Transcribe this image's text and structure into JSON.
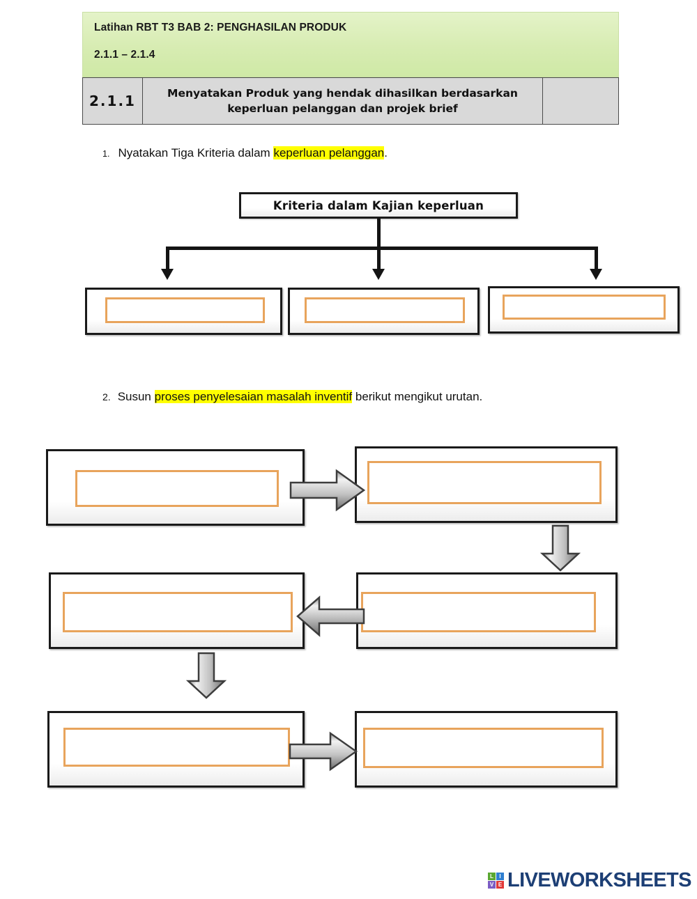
{
  "banner": {
    "title": "Latihan RBT T3 BAB 2: PENGHASILAN PRODUK",
    "range": "2.1.1 – 2.1.4",
    "bg_color": "#d7ecb2"
  },
  "objective_table": {
    "code": "2.1.1",
    "description": "Menyatakan Produk yang hendak dihasilkan berdasarkan keperluan pelanggan dan projek brief",
    "third_column": "",
    "bg_color": "#d9d9d9"
  },
  "questions": [
    {
      "number": "1.",
      "text_before": "Nyatakan Tiga Kriteria dalam ",
      "highlight": "keperluan pelanggan",
      "text_after": ".",
      "highlight_color": "#ffff00"
    },
    {
      "number": "2.",
      "text_before": "Susun ",
      "highlight": "proses penyelesaian masalah inventif",
      "text_after": " berikut mengikut urutan.",
      "highlight_color": "#ffff00"
    }
  ],
  "tree_diagram": {
    "root_label": "Kriteria dalam Kajian keperluan",
    "branch_count": 3,
    "answers": [
      "",
      "",
      ""
    ]
  },
  "flowchart": {
    "answers": [
      "",
      "",
      "",
      "",
      "",
      ""
    ],
    "arrows": [
      {
        "name": "arrow-1",
        "direction": "right"
      },
      {
        "name": "arrow-2",
        "direction": "down"
      },
      {
        "name": "arrow-3",
        "direction": "left"
      },
      {
        "name": "arrow-4",
        "direction": "down"
      },
      {
        "name": "arrow-5",
        "direction": "right"
      }
    ]
  },
  "field_border_color": "#e8a45c",
  "logo": {
    "tiles": [
      {
        "letter": "L",
        "color": "#5aa832"
      },
      {
        "letter": "I",
        "color": "#2f7fd1"
      },
      {
        "letter": "V",
        "color": "#7b5cc4"
      },
      {
        "letter": "E",
        "color": "#e03a3a"
      }
    ],
    "word": "LIVEWORKSHEETS",
    "word_color": "#1d3f75"
  }
}
